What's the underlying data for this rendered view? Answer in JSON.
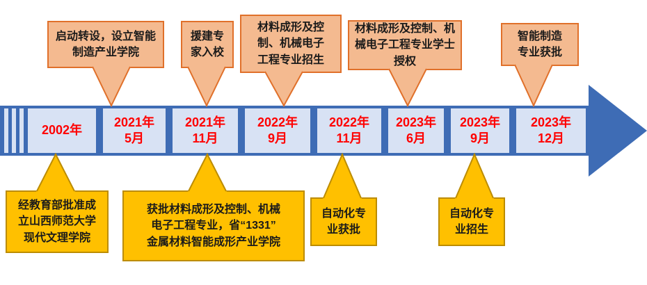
{
  "colors": {
    "timeline_blue": "#3E6CB5",
    "segment_fill": "#D8E2F4",
    "date_red": "#FF0000",
    "top_callout_fill": "#F4BA90",
    "top_callout_border": "#E0702A",
    "bottom_callout_fill": "#FFC000",
    "bottom_callout_border": "#BC8C00"
  },
  "timeline": {
    "segments": [
      {
        "label": "2002年"
      },
      {
        "label": "2021年\n5月"
      },
      {
        "label": "2021年\n11月"
      },
      {
        "label": "2022年\n9月"
      },
      {
        "label": "2022年\n11月"
      },
      {
        "label": "2023年\n6月"
      },
      {
        "label": "2023年\n9月"
      },
      {
        "label": "2023年\n12月"
      }
    ]
  },
  "top_callouts": [
    {
      "text": "启动转设，设立智能\n制造产业学院"
    },
    {
      "text": "援建专\n家入校"
    },
    {
      "text": "材料成形及控\n制、机械电子\n工程专业招生"
    },
    {
      "text": "材料成形及控制、机\n械电子工程专业学士\n授权"
    },
    {
      "text": "智能制造\n专业获批"
    }
  ],
  "bottom_callouts": [
    {
      "text": "经教育部批准成\n立山西师范大学\n现代文理学院"
    },
    {
      "text": "获批材料成形及控制、机械\n电子工程专业，省“1331”\n金属材料智能成形产业学院"
    },
    {
      "text": "自动化专\n业获批"
    },
    {
      "text": "自动化专\n业招生"
    }
  ]
}
